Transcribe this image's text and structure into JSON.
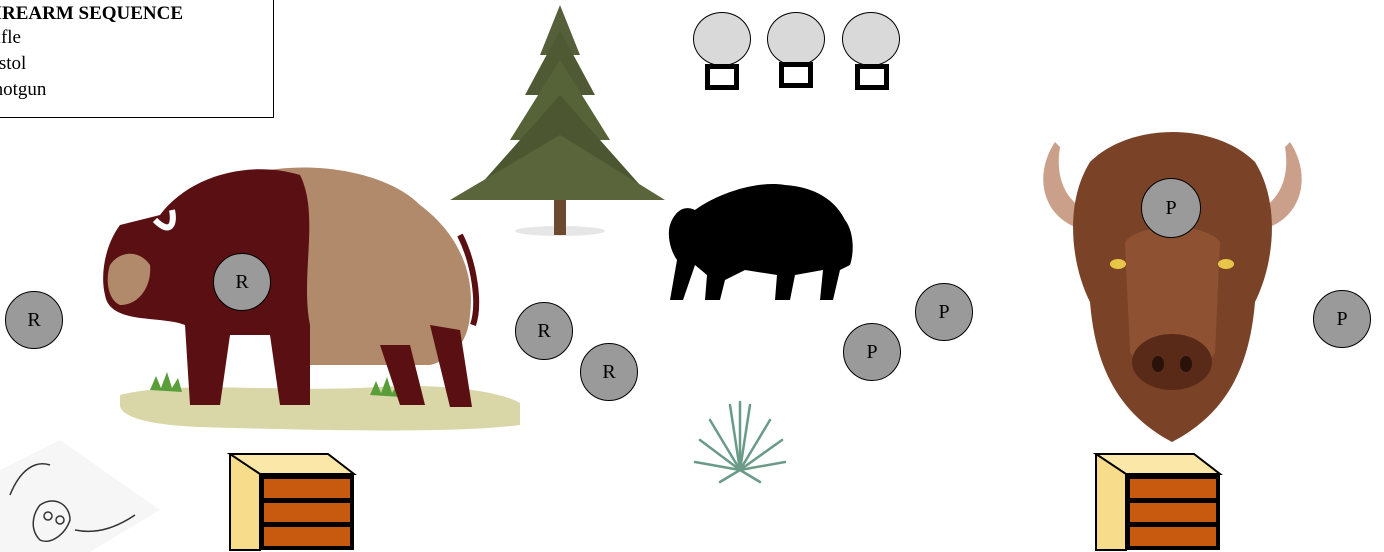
{
  "legend": {
    "title": "FIREARM SEQUENCE",
    "items": [
      "Rifle",
      "Pistol",
      "Shotgun"
    ]
  },
  "targets": {
    "rifle_label": "R",
    "pistol_label": "P"
  },
  "colors": {
    "target_fill": "#9a9a9a",
    "top_circle_fill": "#d9d9d9",
    "bison_dark": "#5a0f12",
    "bison_light": "#b08a6a",
    "crate_front": "#c85a10",
    "crate_side": "#f7dc8c"
  }
}
